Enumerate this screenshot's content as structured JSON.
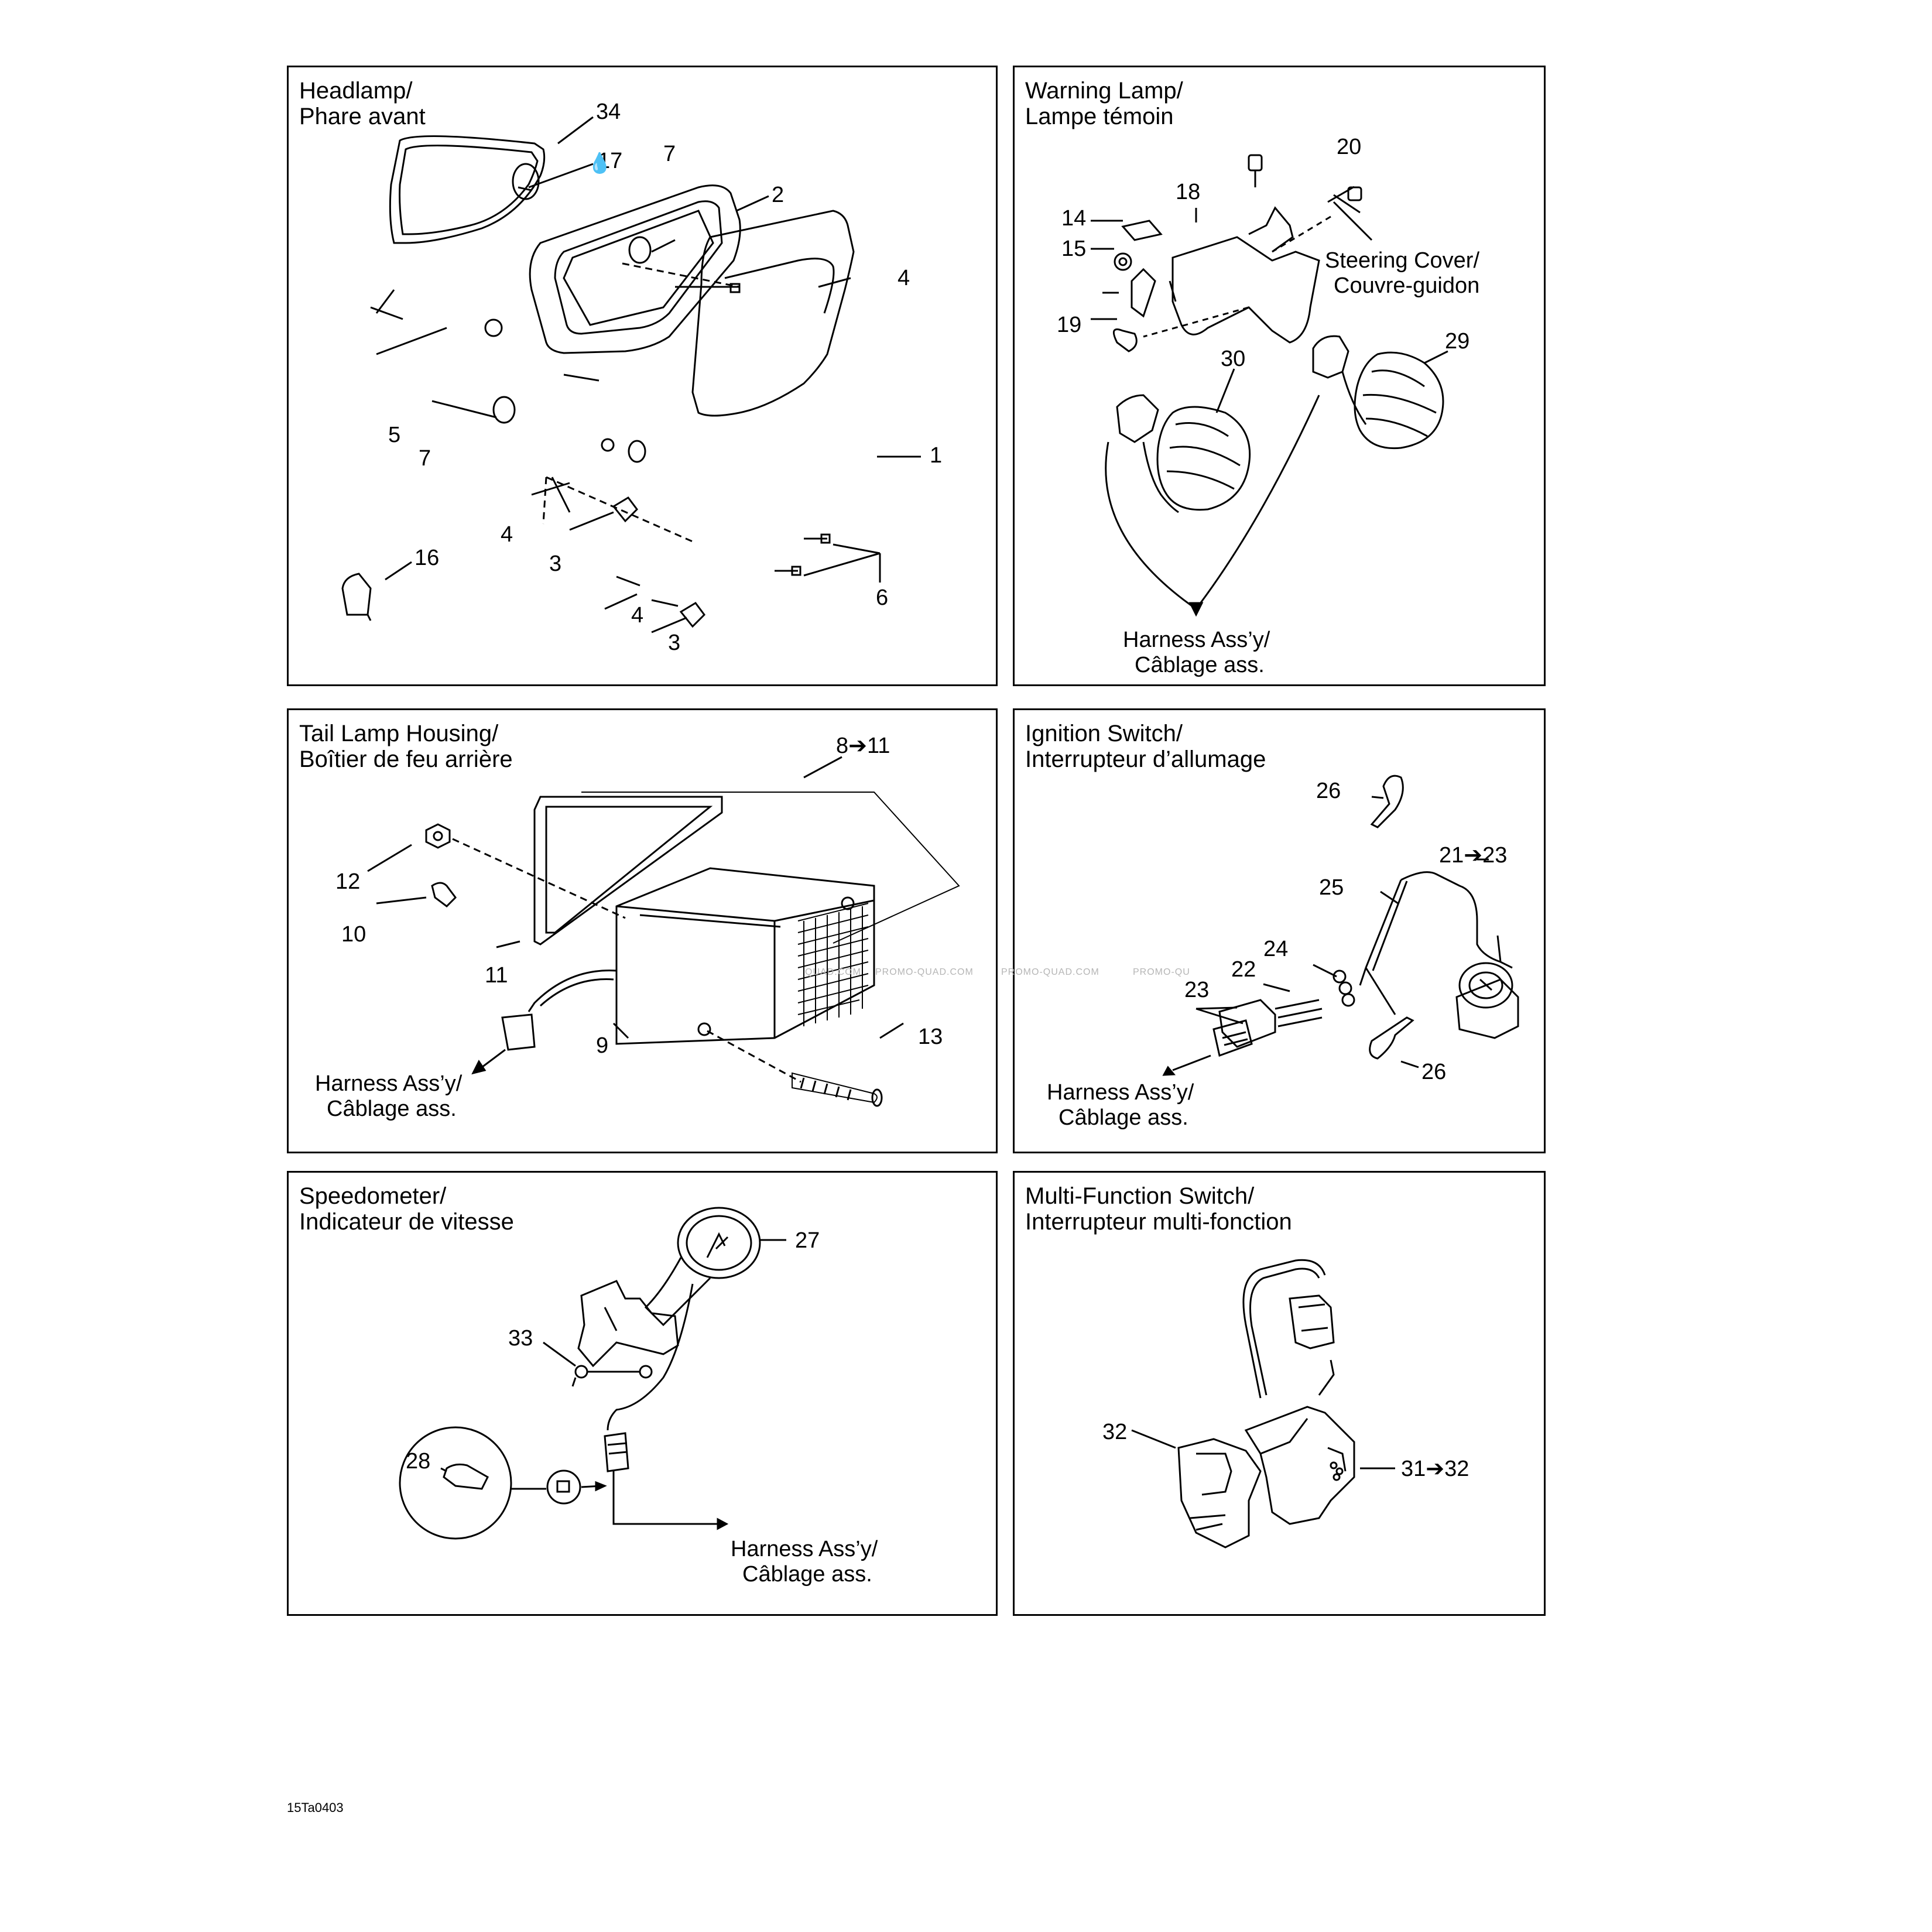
{
  "panels": {
    "headlamp": {
      "title_en": "Headlamp/",
      "title_fr": "Phare avant",
      "callouts": [
        "34",
        "17",
        "7",
        "2",
        "4",
        "5",
        "7",
        "1",
        "4",
        "3",
        "16",
        "4",
        "3",
        "6"
      ]
    },
    "warning_lamp": {
      "title_en": "Warning Lamp/",
      "title_fr": "Lampe témoin",
      "callouts": [
        "20",
        "18",
        "14",
        "15",
        "19",
        "30",
        "29"
      ],
      "steering_cover_en": "Steering Cover/",
      "steering_cover_fr": "Couvre-guidon",
      "harness_en": "Harness Ass’y/",
      "harness_fr": "Câblage ass."
    },
    "tail_lamp": {
      "title_en": "Tail Lamp Housing/",
      "title_fr": "Boîtier de feu arrière",
      "callouts": [
        "8➔11",
        "12",
        "10",
        "11",
        "9",
        "13"
      ],
      "harness_en": "Harness Ass’y/",
      "harness_fr": "Câblage ass."
    },
    "ignition": {
      "title_en": "Ignition Switch/",
      "title_fr": "Interrupteur d’allumage",
      "callouts": [
        "26",
        "21➔23",
        "25",
        "24",
        "22",
        "23",
        "26"
      ],
      "harness_en": "Harness Ass’y/",
      "harness_fr": "Câblage ass."
    },
    "speedometer": {
      "title_en": "Speedometer/",
      "title_fr": "Indicateur de vitesse",
      "callouts": [
        "27",
        "33",
        "28"
      ],
      "harness_en": "Harness Ass’y/",
      "harness_fr": "Câblage ass."
    },
    "multifunction": {
      "title_en": "Multi-Function Switch/",
      "title_fr": "Interrupteur multi-fonction",
      "callouts": [
        "32",
        "31➔32"
      ]
    }
  },
  "watermark": [
    "QUAD.COM",
    "PROMO-QUAD.COM",
    "PROMO-QUAD.COM",
    "PROMO-QU"
  ],
  "figure_code": "15Ta0403",
  "colors": {
    "line": "#000000",
    "background": "#ffffff",
    "watermark": "#b5b5b5"
  }
}
